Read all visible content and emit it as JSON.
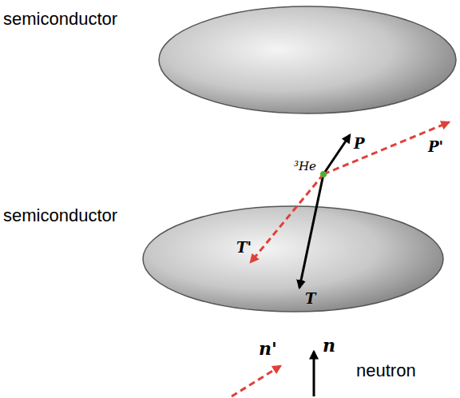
{
  "diagram": {
    "labels": [
      "semiconductor",
      "semiconductor",
      "³He",
      "P",
      "P'",
      "T'",
      "T",
      "n'",
      "n",
      "neutron"
    ]
  }
}
